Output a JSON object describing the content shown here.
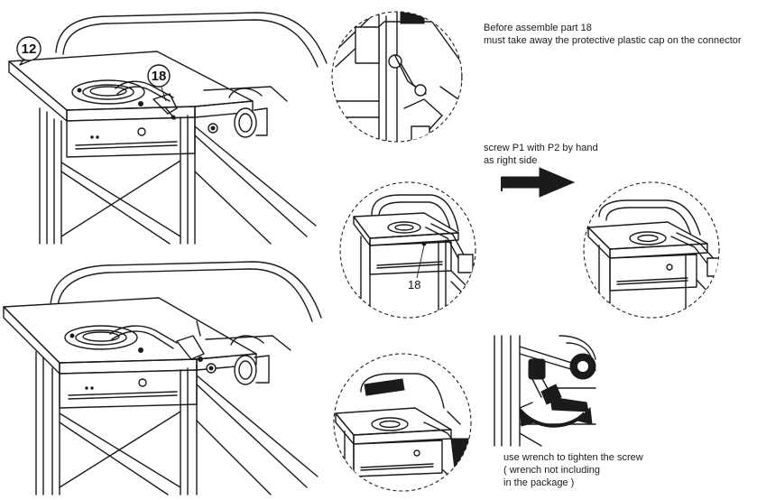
{
  "callouts": {
    "step_number": "12",
    "part_number": "18",
    "detail_part_label": "18"
  },
  "notes": {
    "before_assemble_line1": "Before assemble part 18",
    "before_assemble_line2": "must take away  the protective plastic cap on the connector",
    "screw_line1": "screw P1 with P2 by hand",
    "screw_line2": "as right side",
    "wrench_line1": "use wrench to tighten the screw",
    "wrench_line2": "( wrench not including",
    "wrench_line3": "in the package )"
  },
  "icons": {
    "arrow": "right-arrow-icon"
  }
}
